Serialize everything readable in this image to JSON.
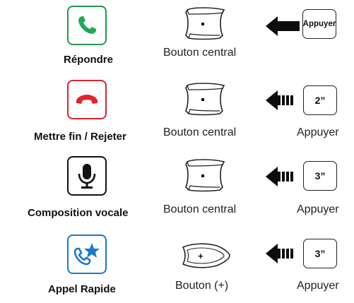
{
  "colors": {
    "answer_border": "#1f9a4a",
    "answer_icon": "#1faa55",
    "end_border": "#d8262f",
    "end_icon": "#e3232b",
    "voice_border": "#111111",
    "speed_border": "#1c78c9",
    "speed_icon": "#1c78c9"
  },
  "rows": [
    {
      "icon": "phone-answer-icon",
      "action": "Répondre",
      "button": "Bouton central",
      "arrow": "solid-arrow-left",
      "key": "Appuyer",
      "key_sub": ""
    },
    {
      "icon": "phone-hangup-icon",
      "action": "Mettre fin / Rejeter",
      "button": "Bouton central",
      "arrow": "hold-arrow-left",
      "key": "2”",
      "key_sub": "Appuyer"
    },
    {
      "icon": "microphone-icon",
      "action": "Composition vocale",
      "button": "Bouton central",
      "arrow": "hold-arrow-left",
      "key": "3”",
      "key_sub": "Appuyer"
    },
    {
      "icon": "phone-star-icon",
      "action": "Appel Rapide",
      "button": "Bouton (+)",
      "arrow": "hold-arrow-left",
      "key": "3”",
      "key_sub": "Appuyer"
    }
  ],
  "plus_symbol": "+"
}
